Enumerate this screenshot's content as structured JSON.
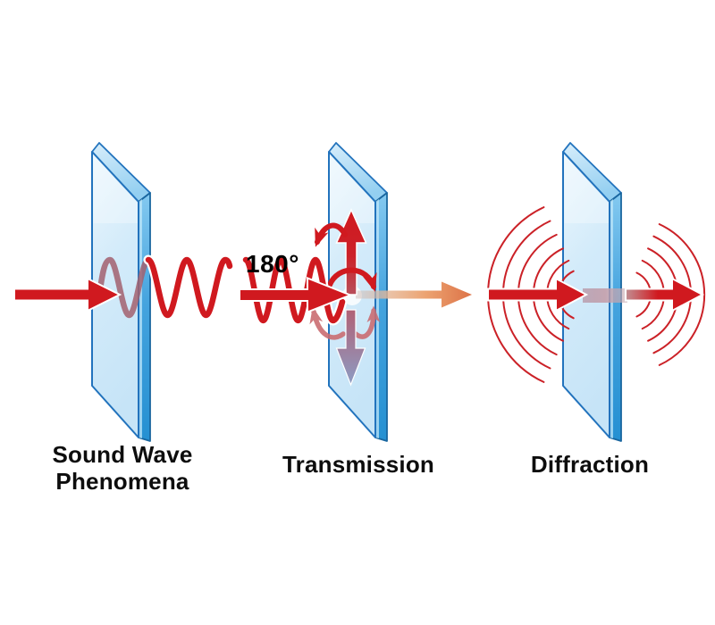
{
  "figure": {
    "panels": [
      {
        "id": "sound-wave",
        "caption_line1": "Sound Wave",
        "caption_line2": "Phenomena"
      },
      {
        "id": "transmission",
        "caption": "Transmission",
        "phase_label": "180°"
      },
      {
        "id": "diffraction",
        "caption": "Diffraction"
      }
    ],
    "wavefronts": {
      "left_count": 6,
      "right_count": 5
    }
  },
  "colors": {
    "red": "#d0191f",
    "muted-wave": "#a2606e",
    "arc-red": "#cb2127",
    "glass-outline": "#2273bd",
    "transmitted-orange": "#dd7347",
    "text": "#0d0d0d",
    "background": "#ffffff"
  }
}
